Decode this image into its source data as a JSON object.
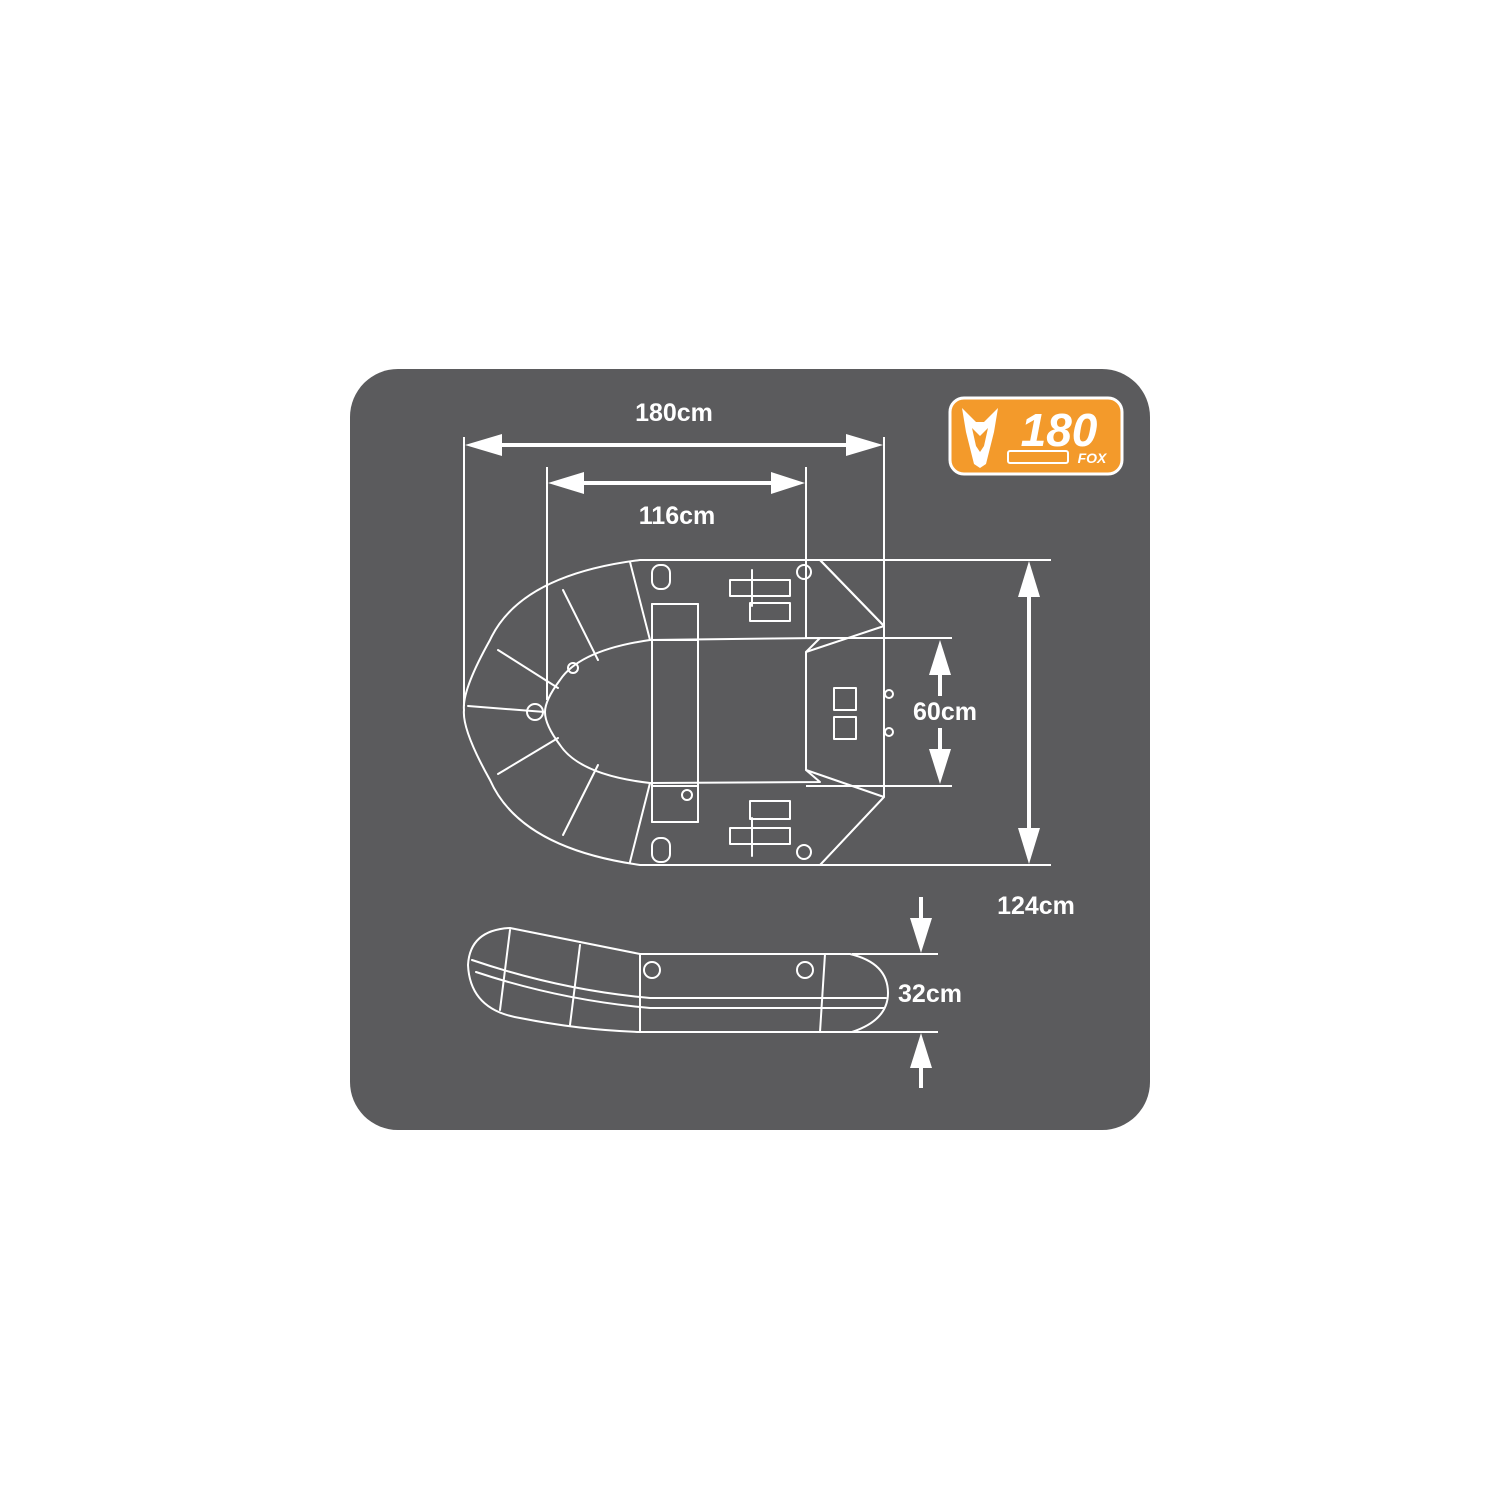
{
  "colors": {
    "panel": "#5b5b5d",
    "accent": "#f39a2b",
    "line": "#ffffff"
  },
  "dimensions": {
    "overall_length": "180cm",
    "inner_length": "116cm",
    "inner_width": "60cm",
    "overall_width": "124cm",
    "tube_height": "32cm"
  },
  "logo": {
    "icon": "fox-head-icon",
    "model_number": "180",
    "brand": "FOX"
  }
}
